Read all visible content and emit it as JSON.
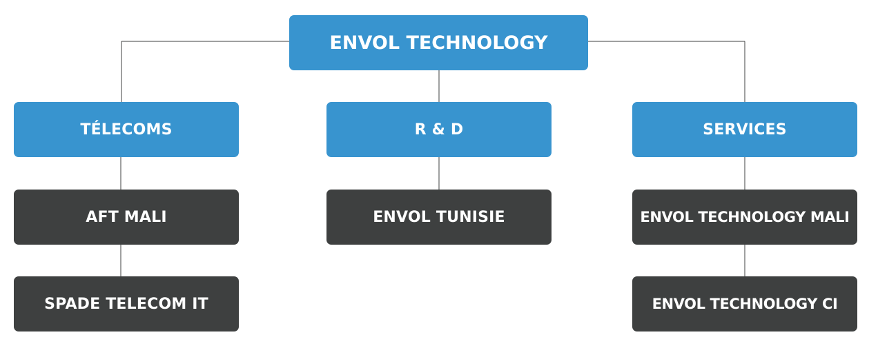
{
  "diagram": {
    "root": {
      "label": "ENVOL TECHNOLOGY"
    },
    "branches": [
      {
        "label": "TÉLECOMS",
        "children": [
          "AFT MALI",
          "SPADE TELECOM IT"
        ]
      },
      {
        "label": "R & D",
        "children": [
          "ENVOL TUNISIE"
        ]
      },
      {
        "label": "SERVICES",
        "children": [
          "ENVOL TECHNOLOGY MALI",
          "ENVOL TECHNOLOGY CI"
        ]
      }
    ],
    "colors": {
      "primary_box": "#3894cf",
      "secondary_box": "#3e4040",
      "connector": "#3f4141",
      "text": "#ffffff",
      "background": "#ffffff"
    }
  }
}
